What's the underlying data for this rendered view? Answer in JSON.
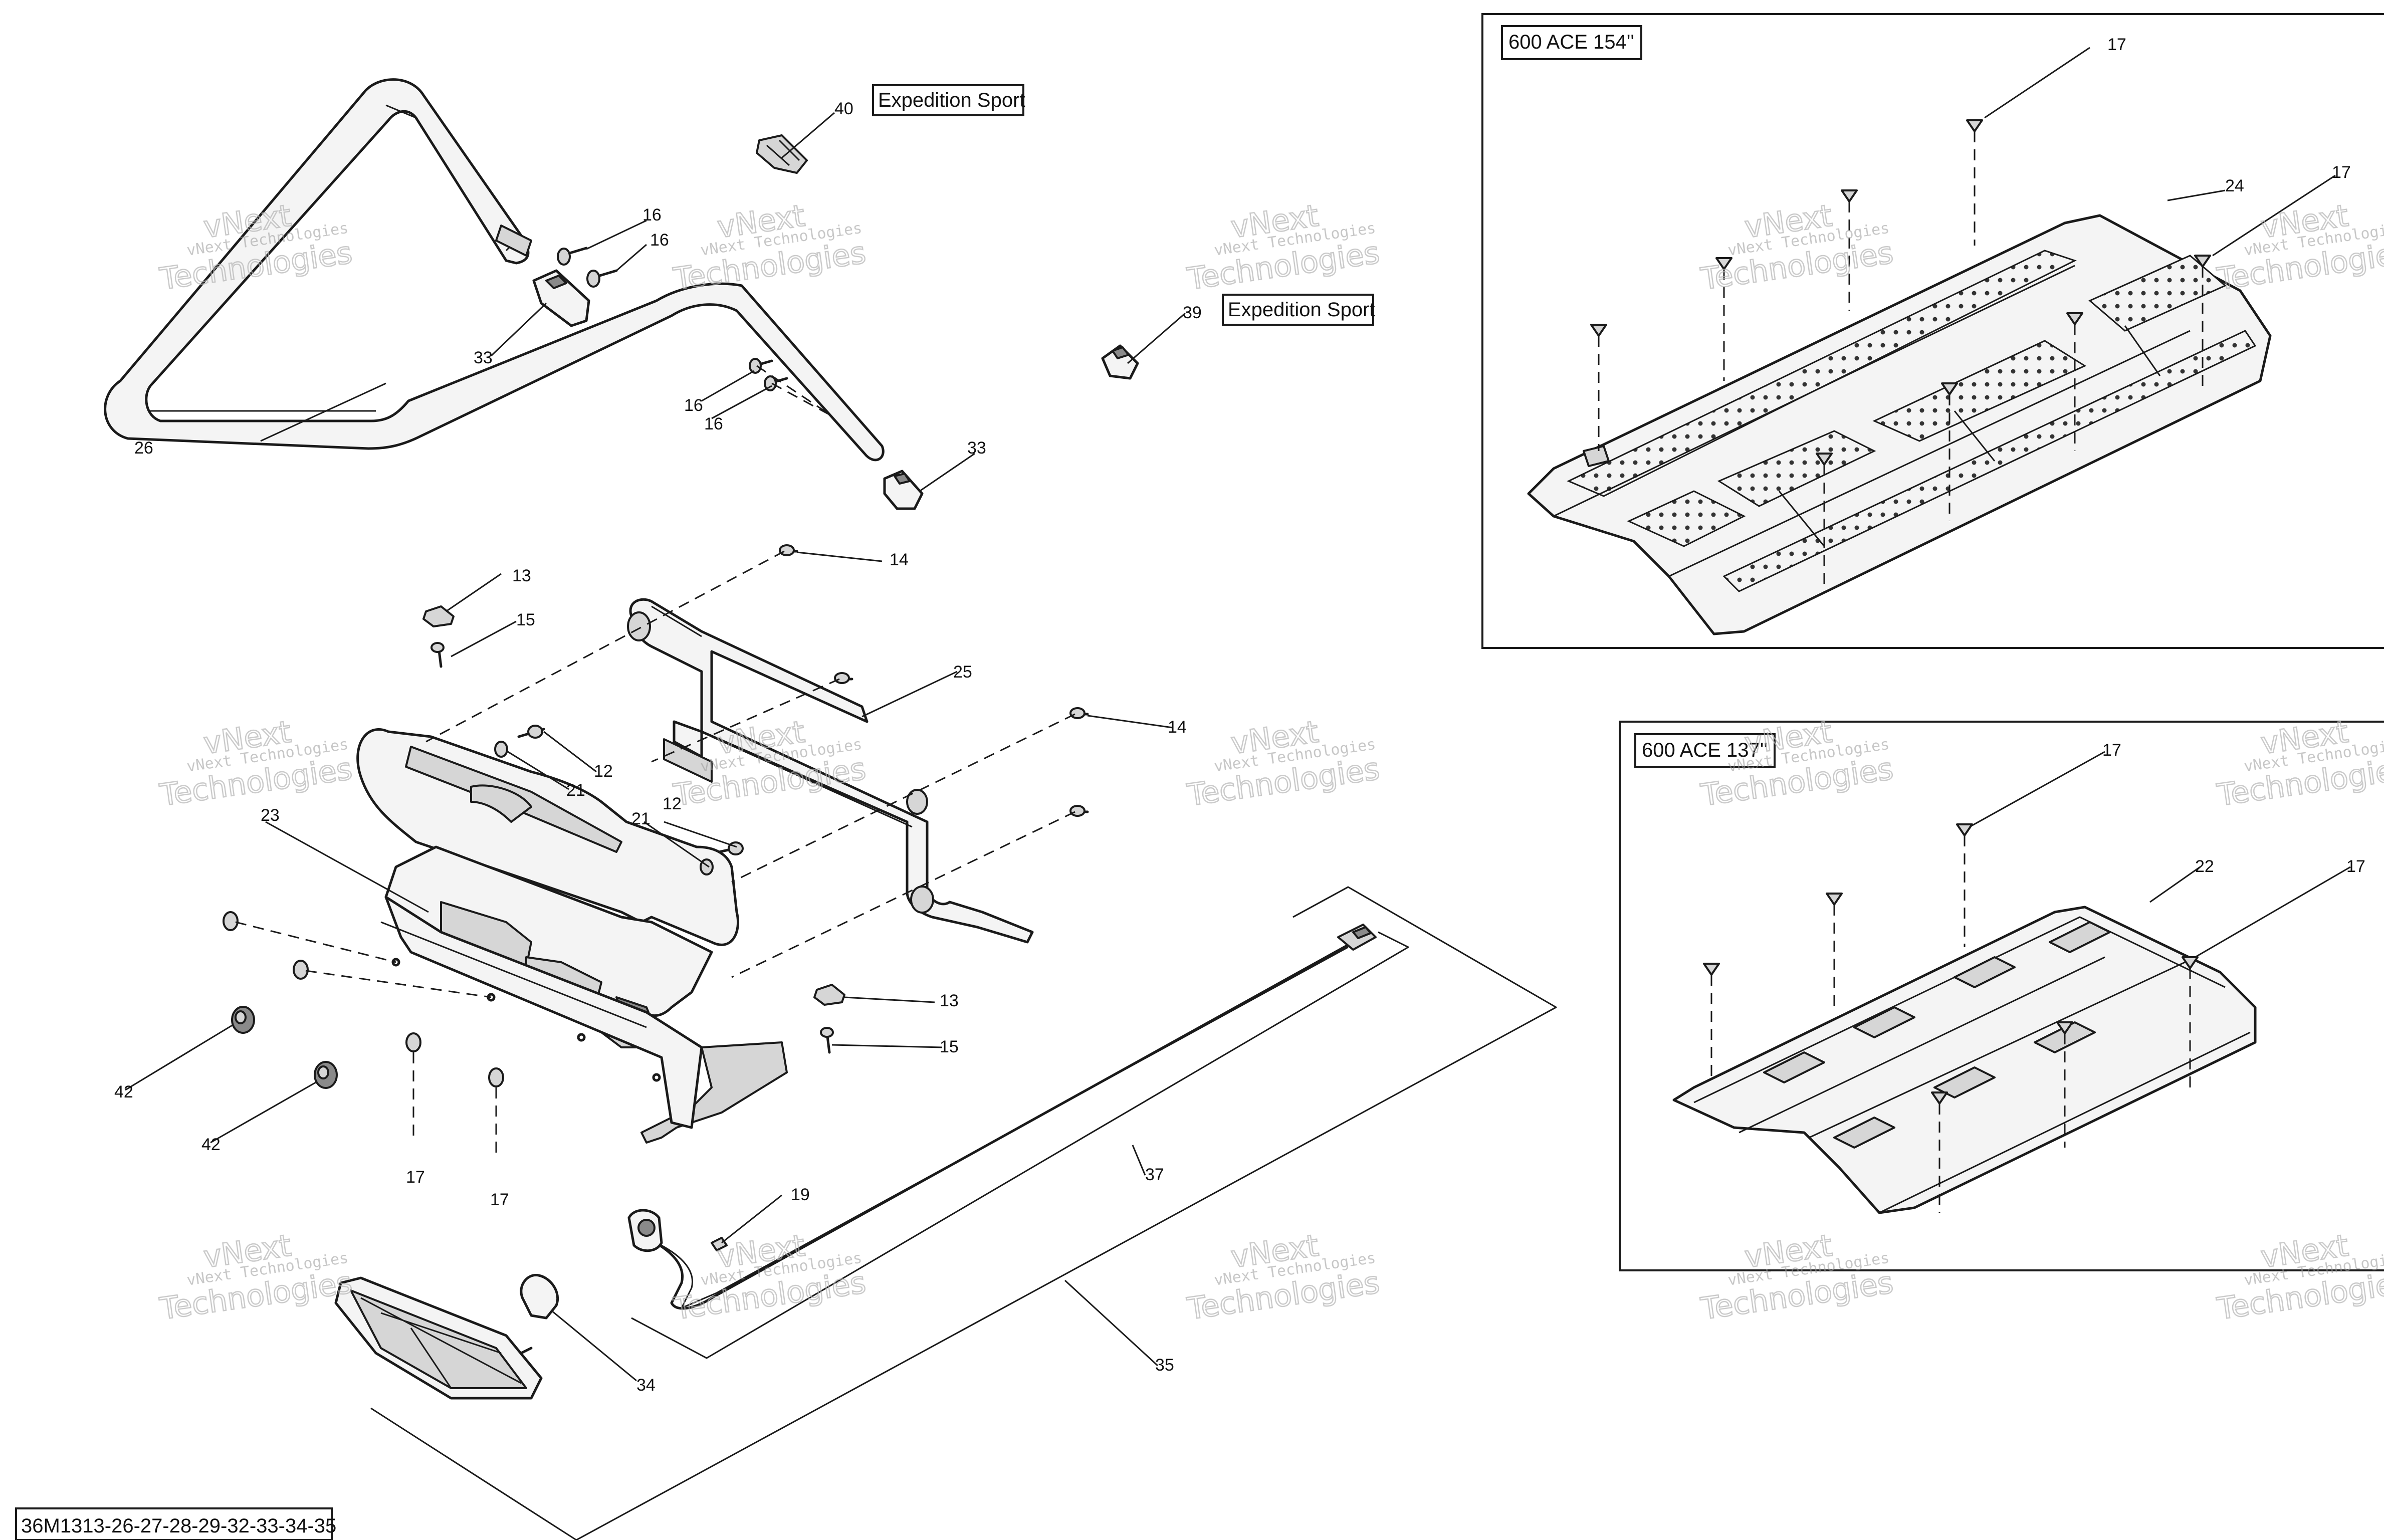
{
  "drawing_code": "36M1313-26-27-28-29-32-33-34-35",
  "variant_boxes": {
    "top": "600 ACE 154''",
    "bottom": "600 ACE 137''"
  },
  "model_labels": {
    "label_40": "Expedition Sport",
    "label_39": "Expedition Sport"
  },
  "watermark": {
    "line1": "vNext Technologies",
    "line2": "vNext",
    "line3": "Technologies"
  },
  "callouts": {
    "c40": "40",
    "c16a": "16",
    "c16b": "16",
    "c33a": "33",
    "c26": "26",
    "c39": "39",
    "c16c": "16",
    "c16d": "16",
    "c33b": "33",
    "c14a": "14",
    "c13a": "13",
    "c15a": "15",
    "c25": "25",
    "c14b": "14",
    "c12a": "12",
    "c21a": "21",
    "c23": "23",
    "c12b": "12",
    "c21b": "21",
    "c13b": "13",
    "c15b": "15",
    "c42a": "42",
    "c42b": "42",
    "c17a": "17",
    "c17b": "17",
    "c37": "37",
    "c19": "19",
    "c34": "34",
    "c35": "35",
    "c17c": "17",
    "c24": "24",
    "c17d": "17",
    "c17e": "17",
    "c22": "22",
    "c17f": "17"
  }
}
